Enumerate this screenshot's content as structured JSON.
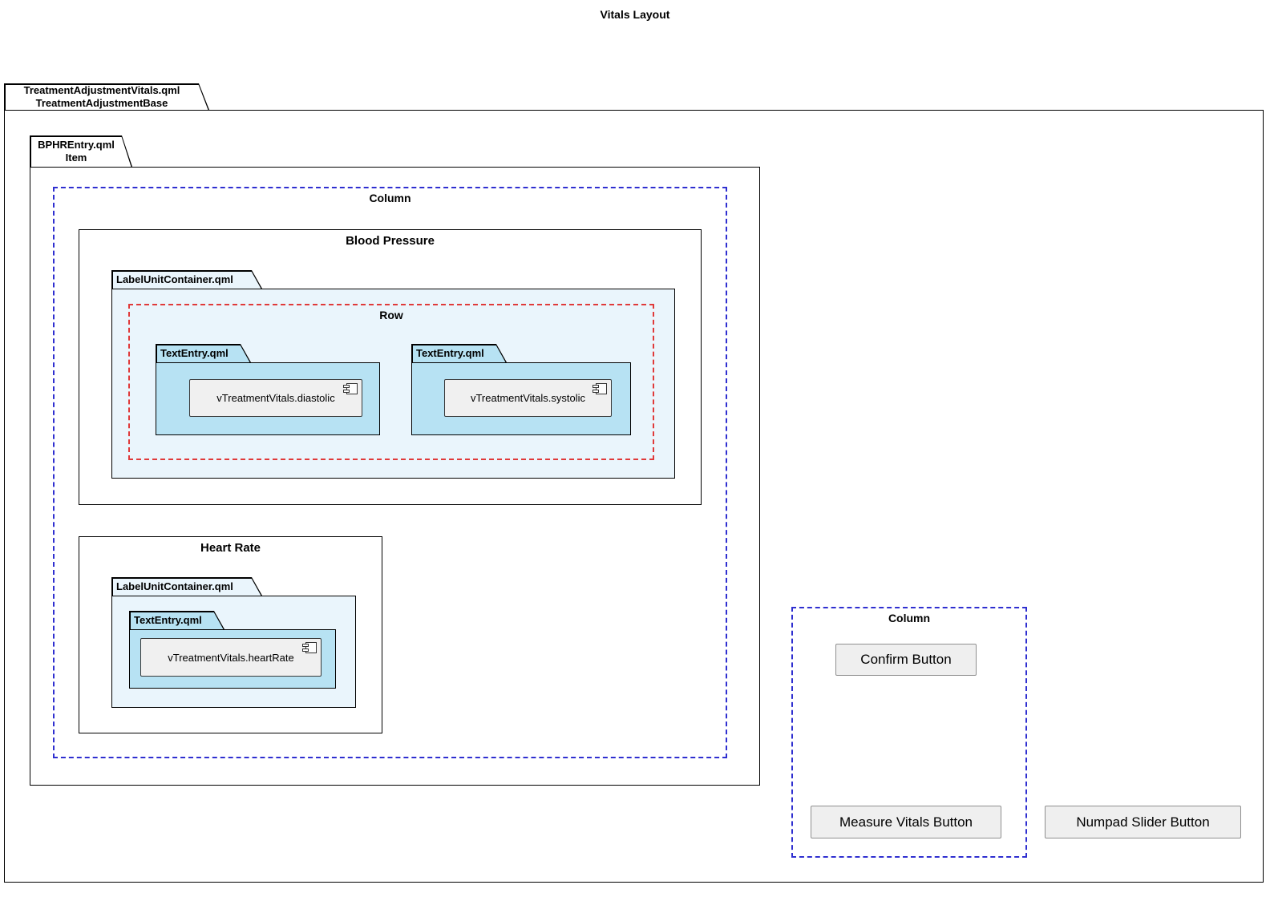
{
  "diagram": {
    "title": "Vitals Layout"
  },
  "outer_package": {
    "name": "TreatmentAdjustmentVitals.qml",
    "base": "TreatmentAdjustmentBase"
  },
  "item_package": {
    "name": "BPHREntry.qml",
    "base": "Item"
  },
  "left_column": {
    "label": "Column",
    "blood_pressure": {
      "title": "Blood Pressure",
      "container": {
        "name": "LabelUnitContainer.qml",
        "row": {
          "label": "Row",
          "entries": [
            {
              "folder": "TextEntry.qml",
              "component": "vTreatmentVitals.diastolic"
            },
            {
              "folder": "TextEntry.qml",
              "component": "vTreatmentVitals.systolic"
            }
          ]
        }
      }
    },
    "heart_rate": {
      "title": "Heart Rate",
      "container": {
        "name": "LabelUnitContainer.qml",
        "entry": {
          "folder": "TextEntry.qml",
          "component": "vTreatmentVitals.heartRate"
        }
      }
    }
  },
  "right_column": {
    "label": "Column",
    "buttons": [
      {
        "label": "Confirm Button"
      },
      {
        "label": "Measure Vitals Button"
      }
    ]
  },
  "floating": {
    "numpad_button": "Numpad Slider Button"
  },
  "colors": {
    "folder_pale_blue": "#eaf5fc",
    "folder_cyan": "#b7e2f3",
    "component_fill": "#f0f0f0",
    "button_fill": "#efefef",
    "dashed_blue": "#2f2fd0",
    "dashed_red": "#e03a3a",
    "border_black": "#000000"
  }
}
